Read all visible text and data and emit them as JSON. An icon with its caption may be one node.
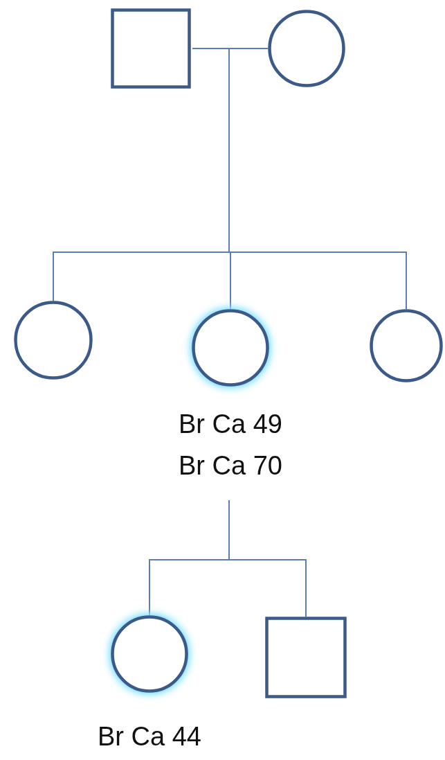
{
  "diagram": {
    "nodes": [
      {
        "text": [],
        "shape": "box"
      },
      {
        "text": [],
        "shape": "circle"
      },
      {
        "text": [],
        "shape": "circle"
      },
      {
        "text": [],
        "shape": "circle",
        "beside": [
          "Br Ca 49",
          "Br Ca 70"
        ]
      },
      {
        "text": [],
        "shape": "circle"
      },
      {
        "text": [],
        "shape": "circle",
        "beside": [
          "Br Ca 44"
        ]
      },
      {
        "text": [],
        "shape": "box"
      }
    ],
    "edges": [
      {
        "from": 0,
        "to": 1,
        "arrow": "none"
      },
      {
        "from": 0,
        "to": 2,
        "arrow": "none"
      },
      {
        "from": 0,
        "to": 3,
        "arrow": "none"
      },
      {
        "from": 0,
        "to": 4,
        "arrow": "none"
      },
      {
        "from": 1,
        "to": 2,
        "arrow": "none"
      },
      {
        "from": 1,
        "to": 3,
        "arrow": "none"
      },
      {
        "from": 1,
        "to": 4,
        "arrow": "none"
      },
      {
        "from": 3,
        "to": 5,
        "arrow": "none"
      },
      {
        "from": 3,
        "to": 6,
        "arrow": "none"
      }
    ]
  }
}
